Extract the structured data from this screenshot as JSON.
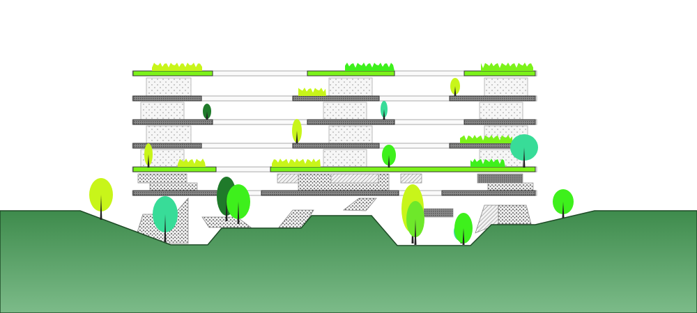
{
  "colors": {
    "ground_top": "#3e8b4c",
    "ground_bottom": "#7cbb89",
    "roof_green": "#7cf21a",
    "slab_gray": "#7a7a7a",
    "lime": "#c8f51a",
    "bright_green": "#3ef01c",
    "dark_green": "#1f7a2a",
    "mint": "#38dc98",
    "core_fill": "#f4f4f4"
  },
  "diagram": {
    "subject": "terraced-building-section",
    "towers": 3,
    "levels": 6
  }
}
